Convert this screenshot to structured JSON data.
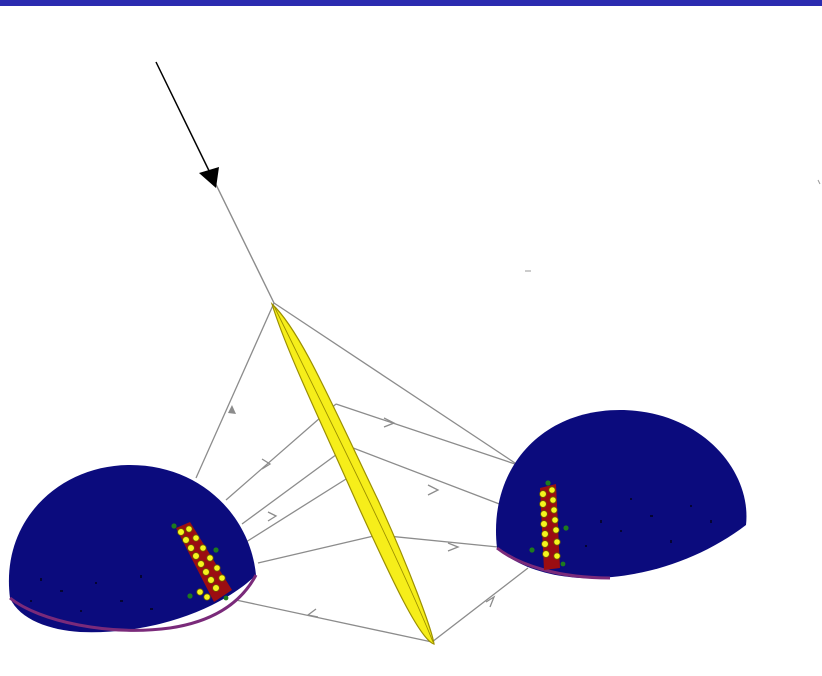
{
  "colors": {
    "top_bar": "#2b2bb0",
    "background": "#ffffff",
    "ray": "#8c8c8c",
    "arrow": "#000000",
    "mirror_fill": "#f6ee1a",
    "mirror_edge": "#9c9000",
    "hemisphere_fill": "#0b0b7d",
    "hemisphere_rim": "#7a2a7a",
    "streak_core": "#9b0d12",
    "streak_dots": "#f5f51d",
    "streak_edge": "#1e7a1e"
  },
  "diagram": {
    "elements": [
      "incident-ray",
      "mirror-plate",
      "left-hemisphere",
      "right-hemisphere",
      "reflected-rays"
    ]
  }
}
